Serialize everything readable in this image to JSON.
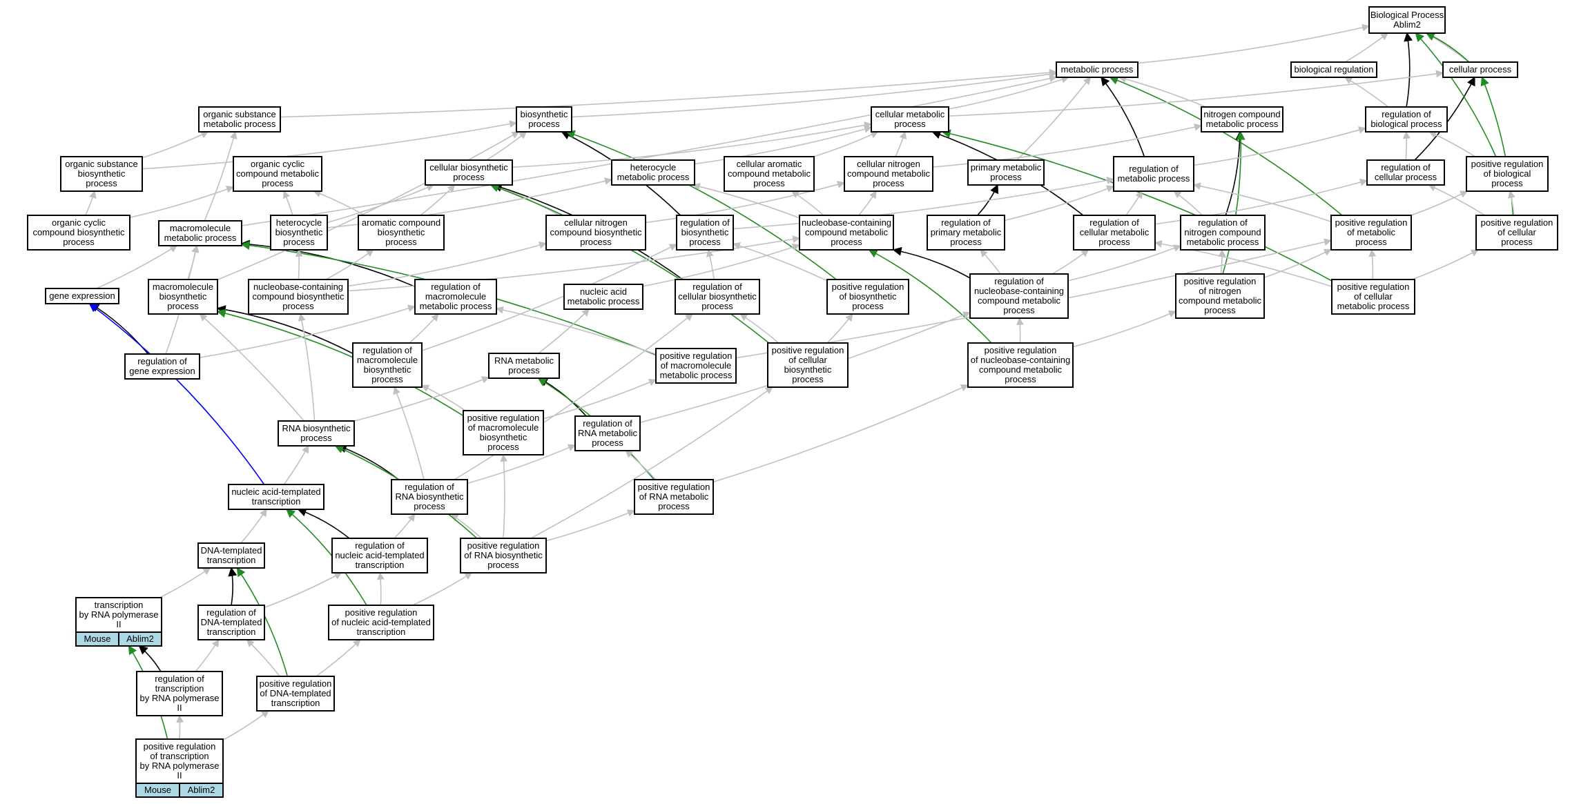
{
  "colors": {
    "is_a": "#c0c0c0",
    "part_of": "#000000",
    "positively_regulates": "#228b22",
    "occurs_in": "#0000ff",
    "box_fill": "#ffffff",
    "tag_fill": "#add8e6"
  },
  "nodes": [
    {
      "id": "bp",
      "lines": [
        "Biological Process",
        "Ablim2"
      ]
    },
    {
      "id": "mp",
      "lines": [
        "metabolic process"
      ]
    },
    {
      "id": "breg",
      "lines": [
        "biological regulation"
      ]
    },
    {
      "id": "cp",
      "lines": [
        "cellular process"
      ]
    },
    {
      "id": "osmp",
      "lines": [
        "organic substance",
        "metabolic process"
      ]
    },
    {
      "id": "bsp",
      "lines": [
        "biosynthetic",
        "process"
      ]
    },
    {
      "id": "cmp",
      "lines": [
        "cellular metabolic",
        "process"
      ]
    },
    {
      "id": "ncmp",
      "lines": [
        "nitrogen compound",
        "metabolic process"
      ]
    },
    {
      "id": "rbp",
      "lines": [
        "regulation of",
        "biological process"
      ]
    },
    {
      "id": "osbp",
      "lines": [
        "organic substance",
        "biosynthetic",
        "process"
      ]
    },
    {
      "id": "occmp",
      "lines": [
        "organic cyclic",
        "compound metabolic",
        "process"
      ]
    },
    {
      "id": "cbp",
      "lines": [
        "cellular biosynthetic",
        "process"
      ]
    },
    {
      "id": "hmp",
      "lines": [
        "heterocycle",
        "metabolic process"
      ]
    },
    {
      "id": "cacmp",
      "lines": [
        "cellular aromatic",
        "compound metabolic",
        "process"
      ]
    },
    {
      "id": "cncmp",
      "lines": [
        "cellular nitrogen",
        "compound metabolic",
        "process"
      ]
    },
    {
      "id": "pmp",
      "lines": [
        "primary metabolic",
        "process"
      ]
    },
    {
      "id": "rmp",
      "lines": [
        "regulation of",
        "metabolic process"
      ]
    },
    {
      "id": "rcp",
      "lines": [
        "regulation of",
        "cellular process"
      ]
    },
    {
      "id": "prbp",
      "lines": [
        "positive regulation",
        "of biological",
        "process"
      ]
    },
    {
      "id": "occbp",
      "lines": [
        "organic cyclic",
        "compound biosynthetic",
        "process"
      ]
    },
    {
      "id": "mmp",
      "lines": [
        "macromolecule",
        "metabolic process"
      ]
    },
    {
      "id": "hbp",
      "lines": [
        "heterocycle",
        "biosynthetic",
        "process"
      ]
    },
    {
      "id": "acbp",
      "lines": [
        "aromatic compound",
        "biosynthetic",
        "process"
      ]
    },
    {
      "id": "cncbp",
      "lines": [
        "cellular nitrogen",
        "compound biosynthetic",
        "process"
      ]
    },
    {
      "id": "rbsp",
      "lines": [
        "regulation of",
        "biosynthetic",
        "process"
      ]
    },
    {
      "id": "nbcmp",
      "lines": [
        "nucleobase-containing",
        "compound metabolic",
        "process"
      ]
    },
    {
      "id": "rpmp",
      "lines": [
        "regulation of",
        "primary metabolic",
        "process"
      ]
    },
    {
      "id": "rcmp",
      "lines": [
        "regulation of",
        "cellular metabolic",
        "process"
      ]
    },
    {
      "id": "rncmp",
      "lines": [
        "regulation of",
        "nitrogen compound",
        "metabolic process"
      ]
    },
    {
      "id": "prmp",
      "lines": [
        "positive regulation",
        "of metabolic",
        "process"
      ]
    },
    {
      "id": "prcp",
      "lines": [
        "positive regulation",
        "of cellular",
        "process"
      ]
    },
    {
      "id": "ge",
      "lines": [
        "gene expression"
      ]
    },
    {
      "id": "mbp",
      "lines": [
        "macromolecule",
        "biosynthetic",
        "process"
      ]
    },
    {
      "id": "nbcbp",
      "lines": [
        "nucleobase-containing",
        "compound biosynthetic",
        "process"
      ]
    },
    {
      "id": "rmmp",
      "lines": [
        "regulation of",
        "macromolecule",
        "metabolic process"
      ]
    },
    {
      "id": "namp",
      "lines": [
        "nucleic acid",
        "metabolic process"
      ]
    },
    {
      "id": "rcbp",
      "lines": [
        "regulation of",
        "cellular biosynthetic",
        "process"
      ]
    },
    {
      "id": "prbsp",
      "lines": [
        "positive regulation",
        "of biosynthetic",
        "process"
      ]
    },
    {
      "id": "rnbcmp",
      "lines": [
        "regulation of",
        "nucleobase-containing",
        "compound metabolic",
        "process"
      ]
    },
    {
      "id": "prncmp",
      "lines": [
        "positive regulation",
        "of nitrogen",
        "compound metabolic",
        "process"
      ]
    },
    {
      "id": "prcmp",
      "lines": [
        "positive regulation",
        "of cellular",
        "metabolic process"
      ]
    },
    {
      "id": "rge",
      "lines": [
        "regulation of",
        "gene expression"
      ]
    },
    {
      "id": "rmbp",
      "lines": [
        "regulation of",
        "macromolecule",
        "biosynthetic",
        "process"
      ]
    },
    {
      "id": "rnamp",
      "lines": [
        "RNA metabolic",
        "process"
      ]
    },
    {
      "id": "prmmp",
      "lines": [
        "positive regulation",
        "of macromolecule",
        "metabolic process"
      ]
    },
    {
      "id": "prcbp",
      "lines": [
        "positive regulation",
        "of cellular",
        "biosynthetic",
        "process"
      ]
    },
    {
      "id": "prnbcmp",
      "lines": [
        "positive regulation",
        "of nucleobase-containing",
        "compound metabolic",
        "process"
      ]
    },
    {
      "id": "rnabp",
      "lines": [
        "RNA biosynthetic",
        "process"
      ]
    },
    {
      "id": "prmbp",
      "lines": [
        "positive regulation",
        "of macromolecule",
        "biosynthetic",
        "process"
      ]
    },
    {
      "id": "rrnamp",
      "lines": [
        "regulation of",
        "RNA metabolic",
        "process"
      ]
    },
    {
      "id": "natt",
      "lines": [
        "nucleic acid-templated",
        "transcription"
      ]
    },
    {
      "id": "rrnabp",
      "lines": [
        "regulation of",
        "RNA biosynthetic",
        "process"
      ]
    },
    {
      "id": "prrnamp",
      "lines": [
        "positive regulation",
        "of RNA metabolic",
        "process"
      ]
    },
    {
      "id": "dtt",
      "lines": [
        "DNA-templated",
        "transcription"
      ]
    },
    {
      "id": "rnatt",
      "lines": [
        "regulation of",
        "nucleic acid-templated",
        "transcription"
      ]
    },
    {
      "id": "prrnabp",
      "lines": [
        "positive regulation",
        "of RNA biosynthetic",
        "process"
      ]
    },
    {
      "id": "trnap",
      "lines": [
        "transcription",
        "by RNA polymerase",
        "II"
      ],
      "tags": [
        "Mouse",
        "Ablim2"
      ]
    },
    {
      "id": "rdtt",
      "lines": [
        "regulation of",
        "DNA-templated",
        "transcription"
      ]
    },
    {
      "id": "prnatt",
      "lines": [
        "positive regulation",
        "of nucleic acid-templated",
        "transcription"
      ]
    },
    {
      "id": "rtrnap",
      "lines": [
        "regulation of",
        "transcription",
        "by RNA polymerase",
        "II"
      ]
    },
    {
      "id": "prdtt",
      "lines": [
        "positive regulation",
        "of DNA-templated",
        "transcription"
      ]
    },
    {
      "id": "prtrnap",
      "lines": [
        "positive regulation",
        "of transcription",
        "by RNA polymerase",
        "II"
      ],
      "tags": [
        "Mouse",
        "Ablim2"
      ]
    }
  ],
  "edges": [
    [
      "mp",
      "bp",
      "is_a"
    ],
    [
      "breg",
      "bp",
      "is_a"
    ],
    [
      "cp",
      "bp",
      "is_a"
    ],
    [
      "cp",
      "bp",
      "positively_regulates"
    ],
    [
      "rbp",
      "bp",
      "part_of"
    ],
    [
      "osmp",
      "mp",
      "is_a"
    ],
    [
      "bsp",
      "mp",
      "is_a"
    ],
    [
      "cmp",
      "mp",
      "is_a"
    ],
    [
      "ncmp",
      "mp",
      "is_a"
    ],
    [
      "pmp",
      "mp",
      "is_a"
    ],
    [
      "rmp",
      "mp",
      "part_of"
    ],
    [
      "prmp",
      "mp",
      "positively_regulates"
    ],
    [
      "rbp",
      "breg",
      "is_a"
    ],
    [
      "cmp",
      "cp",
      "is_a"
    ],
    [
      "rcp",
      "cp",
      "part_of"
    ],
    [
      "prcp",
      "cp",
      "positively_regulates"
    ],
    [
      "osbp",
      "osmp",
      "is_a"
    ],
    [
      "mmp",
      "osmp",
      "is_a"
    ],
    [
      "osbp",
      "bsp",
      "is_a"
    ],
    [
      "cbp",
      "bsp",
      "is_a"
    ],
    [
      "rbsp",
      "bsp",
      "part_of"
    ],
    [
      "prbsp",
      "bsp",
      "positively_regulates"
    ],
    [
      "hmp",
      "cmp",
      "is_a"
    ],
    [
      "cacmp",
      "cmp",
      "is_a"
    ],
    [
      "cncmp",
      "cmp",
      "is_a"
    ],
    [
      "rcmp",
      "cmp",
      "part_of"
    ],
    [
      "prcmp",
      "cmp",
      "positively_regulates"
    ],
    [
      "rncmp",
      "ncmp",
      "part_of"
    ],
    [
      "prncmp",
      "ncmp",
      "positively_regulates"
    ],
    [
      "cncmp",
      "ncmp",
      "is_a"
    ],
    [
      "rcp",
      "rbp",
      "is_a"
    ],
    [
      "rmp",
      "rbp",
      "is_a"
    ],
    [
      "prbp",
      "rbp",
      "is_a"
    ],
    [
      "prbp",
      "bp",
      "positively_regulates"
    ],
    [
      "occbp",
      "osbp",
      "is_a"
    ],
    [
      "occbp",
      "occmp",
      "is_a"
    ],
    [
      "hbp",
      "occmp",
      "is_a"
    ],
    [
      "acbp",
      "occmp",
      "is_a"
    ],
    [
      "cbp",
      "cmp",
      "is_a"
    ],
    [
      "hbp",
      "cbp",
      "is_a"
    ],
    [
      "acbp",
      "cbp",
      "is_a"
    ],
    [
      "cncbp",
      "cbp",
      "is_a"
    ],
    [
      "rcbp",
      "cbp",
      "part_of"
    ],
    [
      "prcbp",
      "cbp",
      "positively_regulates"
    ],
    [
      "hbp",
      "hmp",
      "is_a"
    ],
    [
      "nbcmp",
      "hmp",
      "is_a"
    ],
    [
      "nbcmp",
      "cacmp",
      "is_a"
    ],
    [
      "nbcmp",
      "cncmp",
      "is_a"
    ],
    [
      "cncbp",
      "cncmp",
      "is_a"
    ],
    [
      "rpmp",
      "pmp",
      "part_of"
    ],
    [
      "rpmp",
      "rmp",
      "is_a"
    ],
    [
      "rcmp",
      "rmp",
      "is_a"
    ],
    [
      "rncmp",
      "rmp",
      "is_a"
    ],
    [
      "prmp",
      "rmp",
      "is_a"
    ],
    [
      "rbsp",
      "rmp",
      "is_a"
    ],
    [
      "rcmp",
      "rcp",
      "is_a"
    ],
    [
      "prcp",
      "rcp",
      "is_a"
    ],
    [
      "prcp",
      "prbp",
      "is_a"
    ],
    [
      "prmp",
      "prbp",
      "is_a"
    ],
    [
      "mmp",
      "mp",
      "is_a"
    ],
    [
      "ge",
      "mmp",
      "is_a"
    ],
    [
      "mbp",
      "mmp",
      "is_a"
    ],
    [
      "rmmp",
      "mmp",
      "part_of"
    ],
    [
      "prmmp",
      "mmp",
      "positively_regulates"
    ],
    [
      "mbp",
      "bsp",
      "is_a"
    ],
    [
      "nbcbp",
      "hbp",
      "is_a"
    ],
    [
      "nbcbp",
      "acbp",
      "is_a"
    ],
    [
      "nbcbp",
      "cncbp",
      "is_a"
    ],
    [
      "nbcbp",
      "nbcmp",
      "is_a"
    ],
    [
      "rcbp",
      "rbsp",
      "is_a"
    ],
    [
      "prbsp",
      "rbsp",
      "is_a"
    ],
    [
      "namp",
      "nbcmp",
      "is_a"
    ],
    [
      "rnbcmp",
      "nbcmp",
      "part_of"
    ],
    [
      "prnbcmp",
      "nbcmp",
      "positively_regulates"
    ],
    [
      "rnbcmp",
      "rpmp",
      "is_a"
    ],
    [
      "rnbcmp",
      "rcmp",
      "is_a"
    ],
    [
      "rnbcmp",
      "rncmp",
      "is_a"
    ],
    [
      "prncmp",
      "rncmp",
      "is_a"
    ],
    [
      "prncmp",
      "prmp",
      "is_a"
    ],
    [
      "prcmp",
      "prmp",
      "is_a"
    ],
    [
      "prcmp",
      "rcmp",
      "is_a"
    ],
    [
      "prcmp",
      "prcp",
      "is_a"
    ],
    [
      "rge",
      "ge",
      "part_of"
    ],
    [
      "rmbp",
      "mbp",
      "part_of"
    ],
    [
      "prmbp",
      "mbp",
      "positively_regulates"
    ],
    [
      "rmbp",
      "rmmp",
      "is_a"
    ],
    [
      "rmbp",
      "rbsp",
      "is_a"
    ],
    [
      "rnamp",
      "namp",
      "is_a"
    ],
    [
      "rrnamp",
      "rnamp",
      "part_of"
    ],
    [
      "prrnamp",
      "rnamp",
      "positively_regulates"
    ],
    [
      "rrnamp",
      "rnbcmp",
      "is_a"
    ],
    [
      "prmmp",
      "rmmp",
      "is_a"
    ],
    [
      "prmmp",
      "prmp",
      "is_a"
    ],
    [
      "prcbp",
      "rcbp",
      "is_a"
    ],
    [
      "prcbp",
      "prbsp",
      "is_a"
    ],
    [
      "prnbcmp",
      "rnbcmp",
      "is_a"
    ],
    [
      "prnbcmp",
      "prncmp",
      "is_a"
    ],
    [
      "rnabp",
      "nbcbp",
      "is_a"
    ],
    [
      "rnabp",
      "rnamp",
      "is_a"
    ],
    [
      "rnabp",
      "mbp",
      "is_a"
    ],
    [
      "prmbp",
      "rmbp",
      "is_a"
    ],
    [
      "prmbp",
      "prmmp",
      "is_a"
    ],
    [
      "rrnabp",
      "rnabp",
      "part_of"
    ],
    [
      "rrnabp",
      "rrnamp",
      "is_a"
    ],
    [
      "rrnabp",
      "rmbp",
      "is_a"
    ],
    [
      "rrnabp",
      "rcbp",
      "is_a"
    ],
    [
      "natt",
      "rnabp",
      "is_a"
    ],
    [
      "natt",
      "ge",
      "occurs_in"
    ],
    [
      "prrnamp",
      "rrnamp",
      "is_a"
    ],
    [
      "prrnamp",
      "prnbcmp",
      "is_a"
    ],
    [
      "dtt",
      "natt",
      "is_a"
    ],
    [
      "rnatt",
      "natt",
      "part_of"
    ],
    [
      "prnatt",
      "natt",
      "positively_regulates"
    ],
    [
      "rnatt",
      "rrnabp",
      "is_a"
    ],
    [
      "prrnabp",
      "rrnabp",
      "is_a"
    ],
    [
      "prrnabp",
      "prrnamp",
      "is_a"
    ],
    [
      "prrnabp",
      "prmbp",
      "is_a"
    ],
    [
      "prrnabp",
      "prcbp",
      "is_a"
    ],
    [
      "prrnabp",
      "rnabp",
      "positively_regulates"
    ],
    [
      "trnap",
      "dtt",
      "is_a"
    ],
    [
      "rdtt",
      "dtt",
      "part_of"
    ],
    [
      "prdtt",
      "dtt",
      "positively_regulates"
    ],
    [
      "rdtt",
      "rnatt",
      "is_a"
    ],
    [
      "prnatt",
      "rnatt",
      "is_a"
    ],
    [
      "prnatt",
      "prrnabp",
      "is_a"
    ],
    [
      "rtrnap",
      "trnap",
      "part_of"
    ],
    [
      "rtrnap",
      "rdtt",
      "is_a"
    ],
    [
      "prdtt",
      "rdtt",
      "is_a"
    ],
    [
      "prdtt",
      "prnatt",
      "is_a"
    ],
    [
      "prtrnap",
      "trnap",
      "positively_regulates"
    ],
    [
      "prtrnap",
      "rtrnap",
      "is_a"
    ],
    [
      "prtrnap",
      "prdtt",
      "is_a"
    ],
    [
      "rge",
      "rmmp",
      "is_a"
    ],
    [
      "rge",
      "mmp",
      "is_a"
    ]
  ]
}
